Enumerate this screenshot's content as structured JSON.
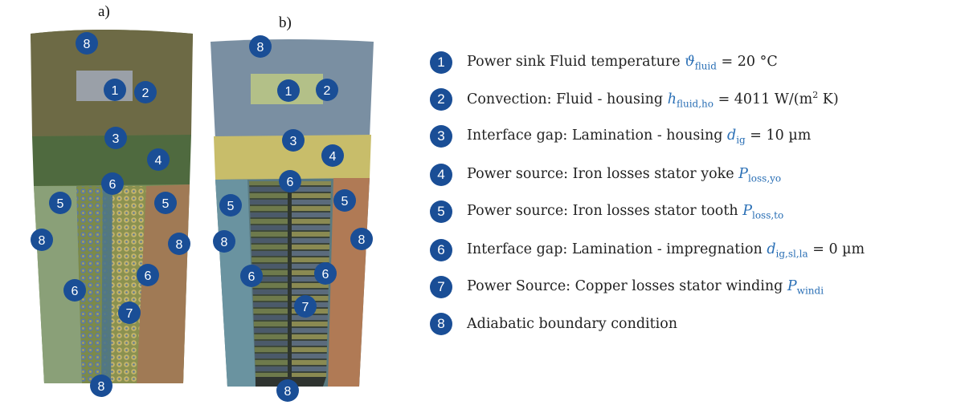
{
  "panel_labels": {
    "a": "a)",
    "b": "b)"
  },
  "colors": {
    "badge": "#1a4e96",
    "symbol": "#2a6fb5"
  },
  "legend": [
    {
      "num": "1",
      "text": "Power sink Fluid temperature ",
      "symbol": "ϑ",
      "sub": "fluid",
      "rest": " = 20 °C",
      "sup": "",
      "tail": ""
    },
    {
      "num": "2",
      "text": "Convection: Fluid - housing ",
      "symbol": "h",
      "sub": "fluid,ho",
      "rest": " = 4011 W/(m",
      "sup": "2",
      "tail": " K)"
    },
    {
      "num": "3",
      "text": "Interface gap: Lamination - housing ",
      "symbol": "d",
      "sub": "ig",
      "rest": " = 10 µm",
      "sup": "",
      "tail": ""
    },
    {
      "num": "4",
      "text": "Power source: Iron losses stator yoke ",
      "symbol": "P",
      "sub": "loss,yo",
      "rest": "",
      "sup": "",
      "tail": ""
    },
    {
      "num": "5",
      "text": "Power source: Iron losses stator tooth ",
      "symbol": "P",
      "sub": "loss,to",
      "rest": "",
      "sup": "",
      "tail": ""
    },
    {
      "num": "6",
      "text": "Interface gap: Lamination - impregnation ",
      "symbol": "d",
      "sub": "ig,sl,la",
      "rest": " = 0 µm",
      "sup": "",
      "tail": ""
    },
    {
      "num": "7",
      "text": "Power Source: Copper losses stator winding ",
      "symbol": "P",
      "sub": "windi",
      "rest": "",
      "sup": "",
      "tail": ""
    },
    {
      "num": "8",
      "text": "Adiabatic boundary condition",
      "symbol": "",
      "sub": "",
      "rest": "",
      "sup": "",
      "tail": ""
    }
  ],
  "markers_a": [
    "8",
    "1",
    "2",
    "3",
    "4",
    "6",
    "5",
    "5",
    "8",
    "8",
    "6",
    "6",
    "7",
    "8"
  ],
  "markers_b": [
    "8",
    "1",
    "2",
    "3",
    "4",
    "6",
    "5",
    "5",
    "8",
    "8",
    "6",
    "6",
    "7",
    "8"
  ]
}
